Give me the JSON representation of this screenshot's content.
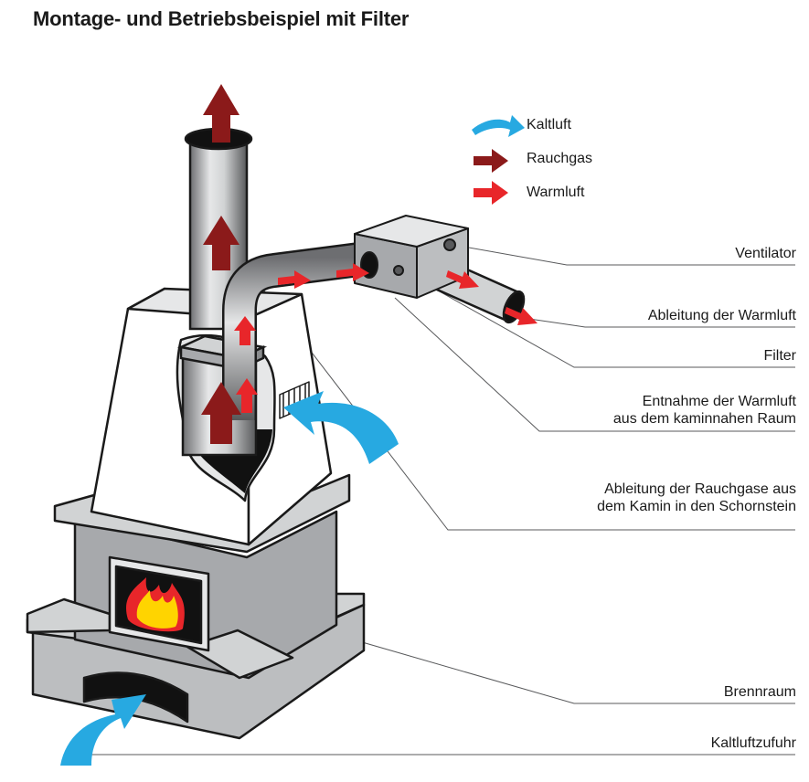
{
  "title": "Montage- und Betriebsbeispiel mit Filter",
  "legend": {
    "cold_air": "Kaltluft",
    "flue_gas": "Rauchgas",
    "warm_air": "Warmluft"
  },
  "callouts": {
    "fan": "Ventilator",
    "warm_air_outlet": "Ableitung der Warmluft",
    "filter": "Filter",
    "warm_air_intake_line1": "Entnahme der Warmluft",
    "warm_air_intake_line2": "aus dem kaminnahen Raum",
    "flue_gas_outlet_line1": "Ableitung der Rauchgase aus",
    "flue_gas_outlet_line2": "dem Kamin in den Schornstein",
    "combustion_chamber": "Brennraum",
    "cold_air_supply": "Kaltluftzufuhr"
  },
  "colors": {
    "cold_air": "#27a9e1",
    "flue_gas": "#8b1a1a",
    "warm_air": "#e8262a",
    "housing": "#bcbec0",
    "outline": "#1a1a1a"
  },
  "icons": [
    "cold-air-arrow-icon",
    "flue-gas-arrow-icon",
    "warm-air-arrow-icon",
    "flame-icon"
  ]
}
